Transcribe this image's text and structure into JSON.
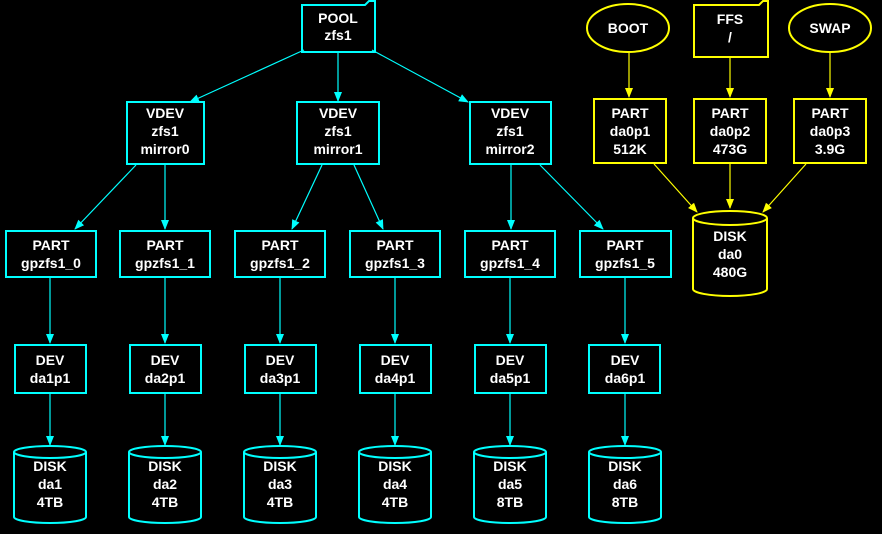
{
  "colors": {
    "background": "#000000",
    "zfs": "#00ffff",
    "ufs": "#ffff00",
    "text": "#ffffff"
  },
  "pool": {
    "type": "POOL",
    "name": "zfs1"
  },
  "vdevs": [
    {
      "type": "VDEV",
      "name": "zfs1",
      "layout": "mirror0"
    },
    {
      "type": "VDEV",
      "name": "zfs1",
      "layout": "mirror1"
    },
    {
      "type": "VDEV",
      "name": "zfs1",
      "layout": "mirror2"
    }
  ],
  "zfs_parts": [
    {
      "type": "PART",
      "name": "gpzfs1_0"
    },
    {
      "type": "PART",
      "name": "gpzfs1_1"
    },
    {
      "type": "PART",
      "name": "gpzfs1_2"
    },
    {
      "type": "PART",
      "name": "gpzfs1_3"
    },
    {
      "type": "PART",
      "name": "gpzfs1_4"
    },
    {
      "type": "PART",
      "name": "gpzfs1_5"
    }
  ],
  "devs": [
    {
      "type": "DEV",
      "name": "da1p1"
    },
    {
      "type": "DEV",
      "name": "da2p1"
    },
    {
      "type": "DEV",
      "name": "da3p1"
    },
    {
      "type": "DEV",
      "name": "da4p1"
    },
    {
      "type": "DEV",
      "name": "da5p1"
    },
    {
      "type": "DEV",
      "name": "da6p1"
    }
  ],
  "disks": [
    {
      "type": "DISK",
      "name": "da1",
      "size": "4TB"
    },
    {
      "type": "DISK",
      "name": "da2",
      "size": "4TB"
    },
    {
      "type": "DISK",
      "name": "da3",
      "size": "4TB"
    },
    {
      "type": "DISK",
      "name": "da4",
      "size": "4TB"
    },
    {
      "type": "DISK",
      "name": "da5",
      "size": "8TB"
    },
    {
      "type": "DISK",
      "name": "da6",
      "size": "8TB"
    }
  ],
  "boot": {
    "label": "BOOT"
  },
  "ffs": {
    "type": "FFS",
    "mount": "/"
  },
  "swap": {
    "label": "SWAP"
  },
  "sys_parts": [
    {
      "type": "PART",
      "name": "da0p1",
      "size": "512K"
    },
    {
      "type": "PART",
      "name": "da0p2",
      "size": "473G"
    },
    {
      "type": "PART",
      "name": "da0p3",
      "size": "3.9G"
    }
  ],
  "sys_disk": {
    "type": "DISK",
    "name": "da0",
    "size": "480G"
  }
}
